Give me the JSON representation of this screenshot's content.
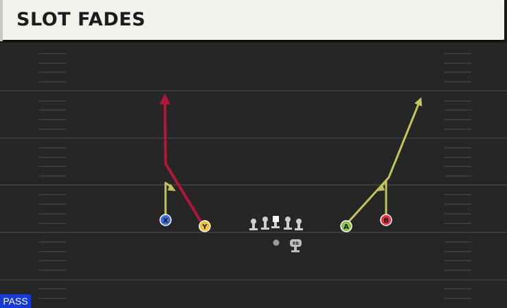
{
  "play": {
    "title": "SLOT FADES",
    "type_badge": "PASS"
  },
  "colors": {
    "field": "#262626",
    "yard_line": "#3c3c3c",
    "hash_mark": "#3a3a3a",
    "route_yellow": "#c3c45a",
    "route_red": "#b0173a",
    "pass_badge": "#1638d6",
    "header_bg": "#f3f1ec"
  },
  "players": [
    {
      "id": "X",
      "label": "X",
      "color": "#3d6fd8",
      "label_color": "#1a1a1a"
    },
    {
      "id": "Y",
      "label": "Y",
      "color": "#f1c232",
      "label_color": "#1a1a1a"
    },
    {
      "id": "A",
      "label": "A",
      "color": "#8bc34a",
      "label_color": "#1a1a1a"
    },
    {
      "id": "B",
      "label": "B",
      "color": "#e8333e",
      "label_color": "#1a1a1a"
    },
    {
      "id": "RB",
      "label": "RB"
    }
  ],
  "routes": [
    {
      "player": "X",
      "kind": "curl",
      "color": "route_yellow"
    },
    {
      "player": "Y",
      "kind": "fade",
      "color": "route_red"
    },
    {
      "player": "A",
      "kind": "fade",
      "color": "route_yellow"
    },
    {
      "player": "B",
      "kind": "curl",
      "color": "route_yellow"
    }
  ]
}
